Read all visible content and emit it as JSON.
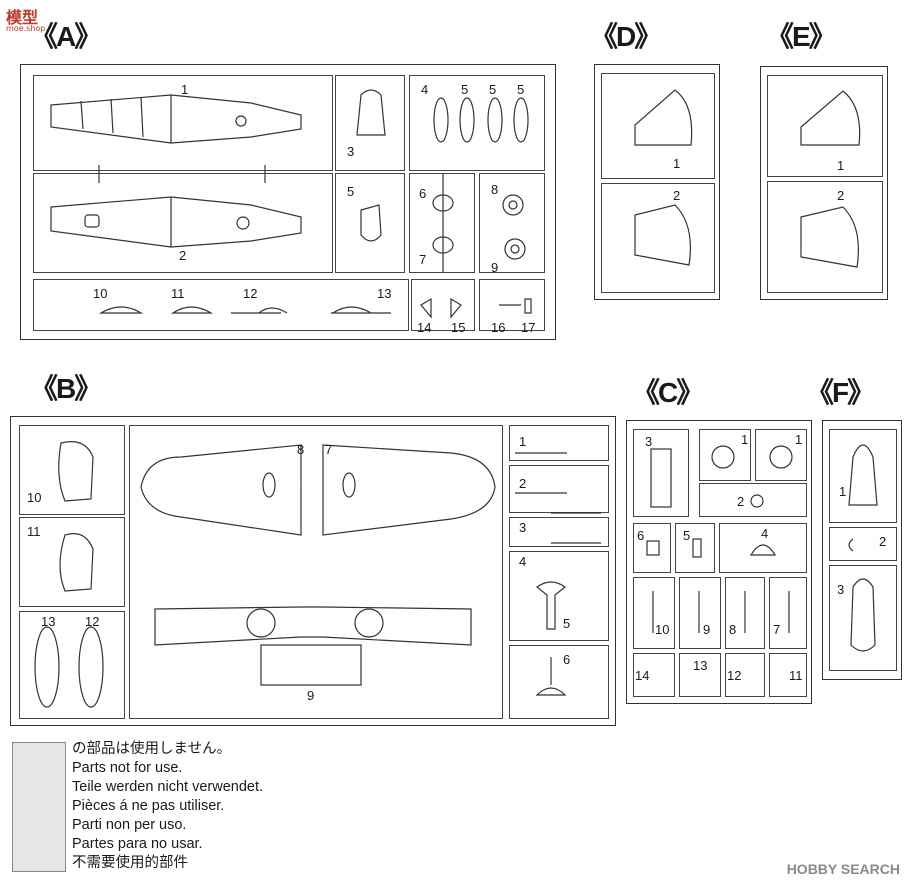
{
  "watermark_top": {
    "logo": "模型",
    "site": "moe.shop"
  },
  "watermark_bottom": "HOBBY SEARCH",
  "sprues": {
    "A": {
      "label": "《A》",
      "parts": [
        "1",
        "2",
        "3",
        "4",
        "5",
        "5",
        "5",
        "5",
        "6",
        "7",
        "8",
        "9",
        "10",
        "11",
        "12",
        "13",
        "14",
        "15",
        "16",
        "17"
      ]
    },
    "B": {
      "label": "《B》",
      "parts": [
        "10",
        "11",
        "13",
        "12",
        "8",
        "7",
        "9",
        "1",
        "2",
        "3",
        "4",
        "5",
        "6"
      ]
    },
    "C": {
      "label": "《C》",
      "parts": [
        "3",
        "1",
        "1",
        "2",
        "6",
        "5",
        "4",
        "10",
        "9",
        "8",
        "7",
        "14",
        "13",
        "12",
        "11"
      ]
    },
    "D": {
      "label": "《D》",
      "parts": [
        "1",
        "2"
      ]
    },
    "E": {
      "label": "《E》",
      "parts": [
        "1",
        "2"
      ]
    },
    "F": {
      "label": "《F》",
      "parts": [
        "1",
        "2",
        "3"
      ]
    }
  },
  "legend": {
    "lines": [
      "の部品は使用しません。",
      "Parts not for use.",
      "Teile werden nicht verwendet.",
      "Pièces á ne pas utiliser.",
      "Parti non per uso.",
      "Partes para no usar.",
      "不需要使用的部件"
    ]
  }
}
